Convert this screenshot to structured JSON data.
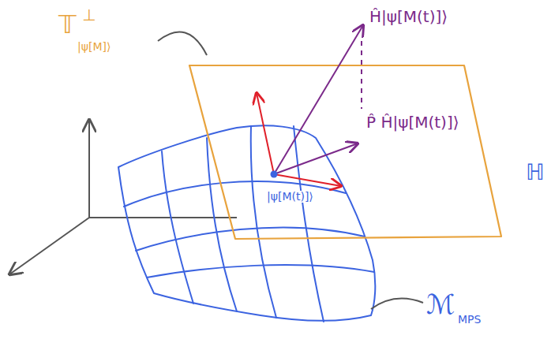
{
  "diagram": {
    "labels": [
      "𝕋",
      "⊥",
      "|ψ[M]⟩",
      "Ĥ|ψ[M(t)]⟩",
      "P̂ Ĥ|ψ[M(t)]⟩",
      "|ψ[M(t)]⟩",
      "ℍ",
      "ℳ",
      "MPS"
    ]
  }
}
